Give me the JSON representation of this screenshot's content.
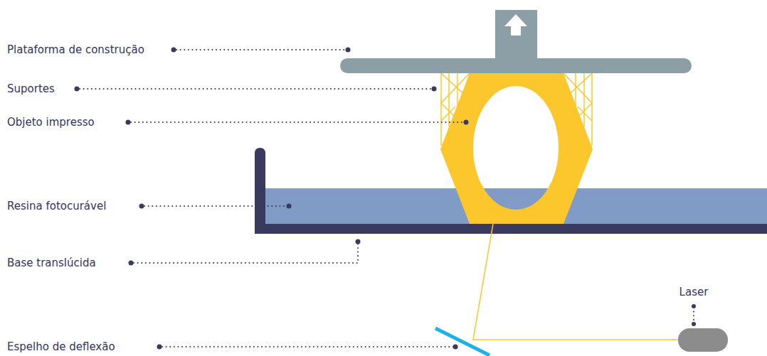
{
  "diagram": {
    "labels": [
      "Plataforma de construção",
      "Suportes",
      "Objeto impresso",
      "Resina fotocurável",
      "Base translúcida",
      "Espelho de deflexão",
      "Laser"
    ]
  }
}
